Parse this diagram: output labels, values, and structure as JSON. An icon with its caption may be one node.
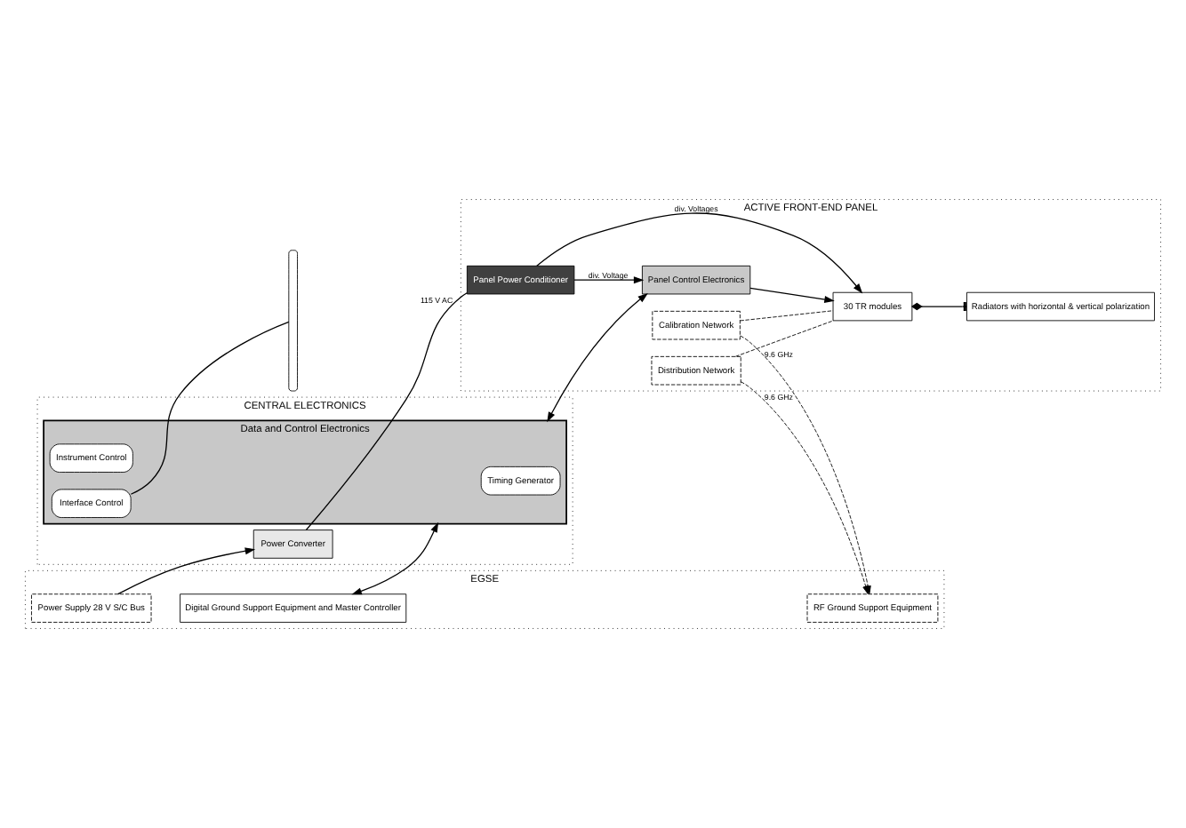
{
  "diagram": {
    "nodes": [
      {
        "text": [
          "EGSE"
        ]
      },
      {
        "text": [
          "Digital Ground Support Equipment and Master Controller"
        ],
        "in": 0
      },
      {
        "text": [
          "Power Supply 28 V S/C Bus"
        ],
        "in": 0
      },
      {
        "text": [
          "RF Ground Support Equipment"
        ],
        "in": 0
      },
      {
        "text": [
          "CENTRAL ELECTRONICS"
        ]
      },
      {
        "text": [
          "Data and Control Electronics"
        ],
        "in": 4
      },
      {
        "text": [
          "Timing Generator"
        ],
        "in": 5
      },
      {
        "text": [
          "Instrument Control"
        ],
        "in": 5
      },
      {
        "text": [
          "Interface Control"
        ],
        "in": 5
      },
      {
        "text": [
          "Power Converter"
        ],
        "in": 4
      },
      {
        "text": [],
        "shape": "bar"
      },
      {
        "text": [
          "ACTIVE FRONT-END PANEL"
        ]
      },
      {
        "text": [
          "Panel Control Electronics"
        ],
        "in": 11
      },
      {
        "text": [
          "Panel Power Conditioner"
        ],
        "in": 11
      },
      {
        "text": [
          "30 TR modules"
        ],
        "in": 11
      },
      {
        "text": [
          "Radiators with horizontal & vertical polarization"
        ],
        "in": 11
      },
      {
        "text": [
          "Distribution Network"
        ],
        "in": 11
      },
      {
        "text": [
          "Calibration Network"
        ],
        "in": 11
      }
    ],
    "edges": [
      {
        "from": 1,
        "to": 5,
        "arrow": "both"
      },
      {
        "from": 2,
        "to": 9,
        "arrow": "to"
      },
      {
        "from": 5,
        "to": 12,
        "arrow": "both"
      },
      {
        "from": 8,
        "to": 10,
        "arrow": "none"
      },
      {
        "from": 9,
        "to": 13,
        "arrow": "none",
        "label": "115 V AC"
      },
      {
        "from": 13,
        "to": 12,
        "arrow": "to",
        "label": "div. Voltage"
      },
      {
        "from": 13,
        "to": 14,
        "arrow": "to",
        "label": "div. Voltages"
      },
      {
        "from": 12,
        "to": 14,
        "arrow": "to"
      },
      {
        "from": 14,
        "to": 15,
        "arrow": "other"
      },
      {
        "from": 16,
        "to": 14,
        "arrow": "none",
        "style": "dashed"
      },
      {
        "from": 17,
        "to": 14,
        "arrow": "none",
        "style": "dashed"
      },
      {
        "from": 16,
        "to": 3,
        "arrow": "to",
        "style": "dashed",
        "label": "9.6 GHz"
      },
      {
        "from": 17,
        "to": 3,
        "arrow": "to",
        "style": "dashed",
        "label": "9.6 GHz"
      }
    ]
  }
}
